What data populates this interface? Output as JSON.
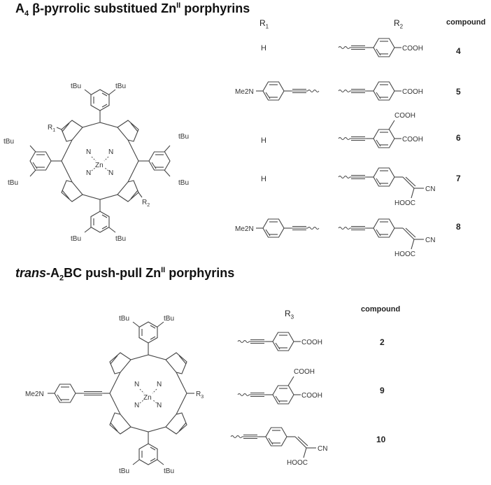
{
  "section1": {
    "title_parts": {
      "prefix": "A",
      "sub": "4",
      "middle": " β-pyrrolic substitued Zn",
      "sup": "II",
      "suffix": " porphyrins"
    },
    "col_r1": {
      "base": "R",
      "sub": "1"
    },
    "col_r2": {
      "base": "R",
      "sub": "2"
    },
    "col_compound": "compound",
    "rows": [
      {
        "r1": "H",
        "r1_type": "text",
        "r2_type": "benzoic",
        "compound": "4"
      },
      {
        "r1": "Me2N",
        "r1_type": "dimethylaminophenyl-ethynyl",
        "r2_type": "benzoic",
        "compound": "5"
      },
      {
        "r1": "H",
        "r1_type": "text",
        "r2_type": "phthalic",
        "compound": "6"
      },
      {
        "r1": "H",
        "r1_type": "text",
        "r2_type": "cyanoacrylic",
        "compound": "7"
      },
      {
        "r1": "Me2N",
        "r1_type": "dimethylaminophenyl-ethynyl",
        "r2_type": "cyanoacrylic",
        "compound": "8"
      }
    ],
    "porphyrin": {
      "substituents": [
        "tBu",
        "tBu",
        "tBu",
        "tBu",
        "tBu",
        "tBu",
        "tBu",
        "tBu"
      ],
      "metal": "Zn",
      "nitrogen": "N",
      "r1_label": "R1",
      "r2_label": "R2"
    }
  },
  "section2": {
    "title_parts": {
      "italic": "trans",
      "prefix": "-A",
      "sub": "2",
      "middle": "BC push-pull Zn",
      "sup": "II",
      "suffix": " porphyrins"
    },
    "col_r3": {
      "base": "R",
      "sub": "3"
    },
    "col_compound": "compound",
    "rows": [
      {
        "r3_type": "benzoic",
        "compound": "2"
      },
      {
        "r3_type": "phthalic",
        "compound": "9"
      },
      {
        "r3_type": "cyanoacrylic",
        "compound": "10"
      }
    ],
    "porphyrin": {
      "donor": "Me2N",
      "metal": "Zn",
      "nitrogen": "N",
      "r3_label": "R3",
      "substituents": [
        "tBu",
        "tBu",
        "tBu",
        "tBu"
      ]
    }
  },
  "labels": {
    "cooh": "COOH",
    "hooc": "HOOC",
    "cn": "CN",
    "me2n": "Me2N",
    "tbu": "tBu"
  }
}
